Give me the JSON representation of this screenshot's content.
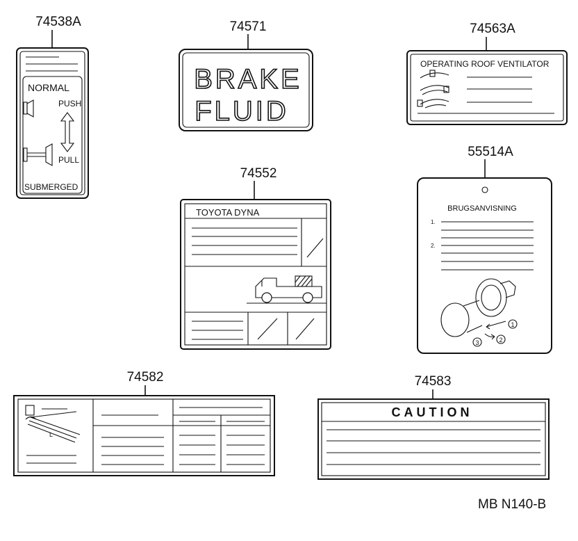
{
  "parts": {
    "p74538A": {
      "number": "74538A",
      "normal": "NORMAL",
      "push": "PUSH",
      "pull": "PULL",
      "submerged": "SUBMERGED"
    },
    "p74571": {
      "number": "74571",
      "line1": "BRAKE",
      "line2": "FLUID"
    },
    "p74563A": {
      "number": "74563A",
      "title": "OPERATING  ROOF VENTILATOR"
    },
    "p55514A": {
      "number": "55514A",
      "title": "BRUGSANVISNING",
      "item1": "1.",
      "item2": "2.",
      "step1": "1",
      "step2": "2",
      "step3": "3"
    },
    "p74552": {
      "number": "74552",
      "title": "TOYOTA   DYNA"
    },
    "p74582": {
      "number": "74582",
      "dimension": "L"
    },
    "p74583": {
      "number": "74583",
      "title": "CAUTION"
    }
  },
  "footer": {
    "code": "MB  N140-B"
  }
}
